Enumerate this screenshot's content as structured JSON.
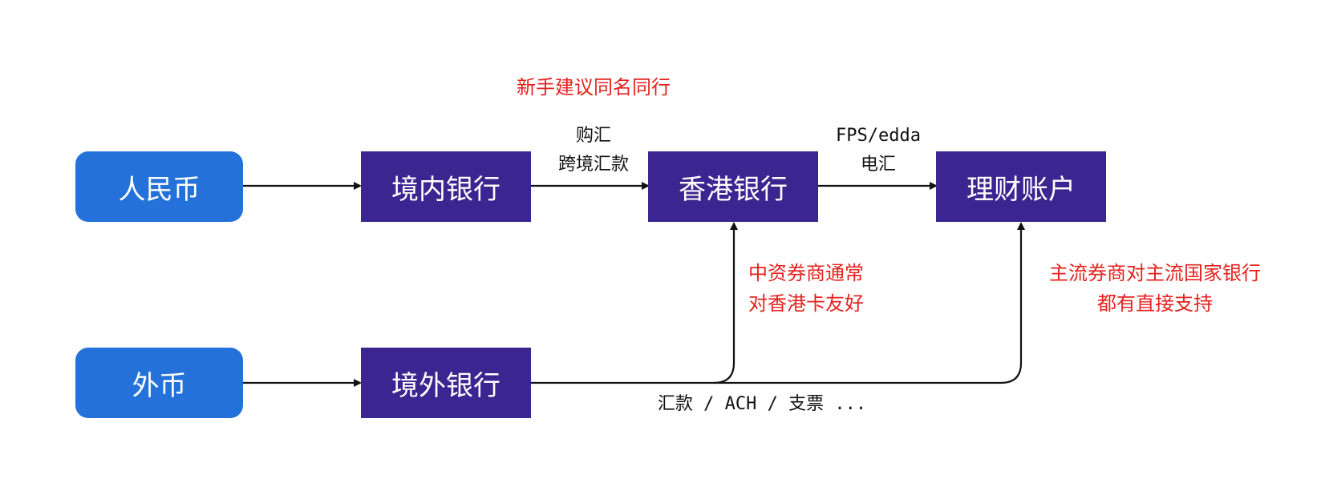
{
  "nodes": {
    "rmb": "人民币",
    "foreign_currency": "外币",
    "domestic_bank": "境内银行",
    "overseas_bank": "境外银行",
    "hk_bank": "香港银行",
    "wealth_account": "理财账户"
  },
  "edge_labels": {
    "domestic_to_hk_line1": "购汇",
    "domestic_to_hk_line2": "跨境汇款",
    "hk_to_wealth_line1": "FPS/edda",
    "hk_to_wealth_line2": "电汇",
    "overseas_transfer": "汇款 / ACH / 支票 ..."
  },
  "notes": {
    "beginner_tip": "新手建议同名同行",
    "chinese_brokers_line1": "中资券商通常",
    "chinese_brokers_line2": "对香港卡友好",
    "mainstream_brokers_line1": "主流券商对主流国家银行",
    "mainstream_brokers_line2": "都有直接支持"
  },
  "colors": {
    "currency_node": "#2472d9",
    "bank_node": "#3b2590",
    "note_text": "#e5211f",
    "arrow": "#111111"
  }
}
